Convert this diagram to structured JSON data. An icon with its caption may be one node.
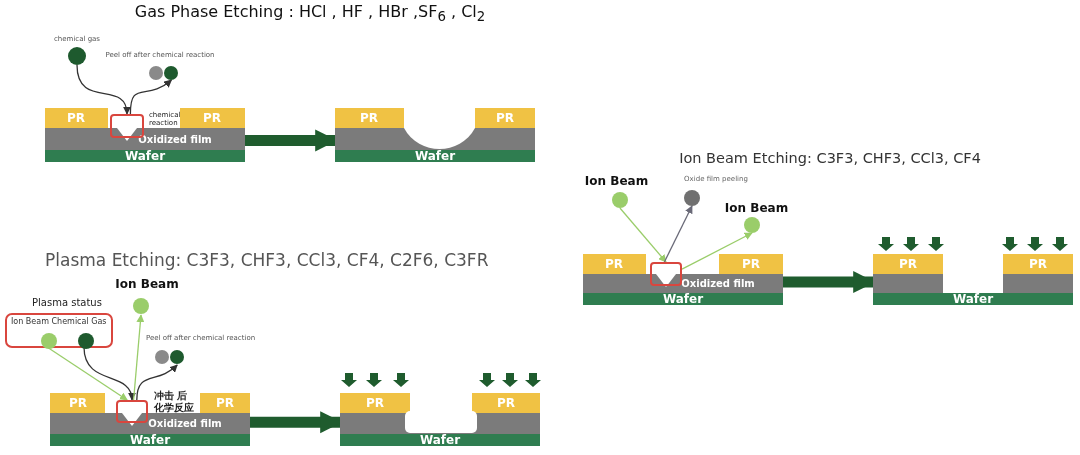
{
  "diagram": {
    "nodes": [
      {
        "text": [
          "chemical gas"
        ]
      },
      {
        "text": [
          "Peel off after chemical reaction"
        ]
      },
      {
        "text": [
          "PR",
          "PR",
          "Oxidized film",
          "Wafer"
        ]
      },
      {
        "text": [],
        "shape": "box",
        "in": 2,
        "beside": [
          "chemical reaction"
        ]
      },
      {
        "text": [
          "PR",
          "PR",
          "Wafer"
        ]
      },
      {
        "text": [
          "Ion Beam"
        ]
      },
      {
        "text": [
          "Oxide film peeling"
        ]
      },
      {
        "text": [
          "Ion Beam"
        ]
      },
      {
        "text": [
          "PR",
          "PR",
          "Oxidized film",
          "Wafer"
        ]
      },
      {
        "text": [],
        "shape": "box",
        "in": 8
      },
      {
        "text": [
          "PR",
          "PR",
          "Wafer"
        ]
      },
      {
        "text": [
          "Plasma status",
          "Ion Beam Chemical Gas"
        ]
      },
      {
        "text": [],
        "shape": "circle",
        "in": 11
      },
      {
        "text": [],
        "shape": "circle",
        "in": 11
      },
      {
        "text": [
          "Ion Beam"
        ]
      },
      {
        "text": [
          "Peel off after chemical reaction"
        ]
      },
      {
        "text": [
          "PR",
          "PR",
          "Oxidized film",
          "Wafer"
        ]
      },
      {
        "text": [],
        "shape": "box",
        "in": 16,
        "beside": [
          "冲击 后化学反应"
        ]
      },
      {
        "text": [
          "PR",
          "PR",
          "Wafer"
        ]
      }
    ],
    "edges": [
      {
        "from": 0,
        "to": 3,
        "arrow": "to"
      },
      {
        "from": 3,
        "to": 1,
        "arrow": "to"
      },
      {
        "from": 2,
        "to": 4,
        "arrow": "to",
        "style": "thick",
        "color": "#1f5c2e"
      },
      {
        "from": 5,
        "to": 9,
        "arrow": "to",
        "color": "#9acd6a"
      },
      {
        "from": 9,
        "to": 6,
        "arrow": "to",
        "color": "#6a6a78"
      },
      {
        "from": 9,
        "to": 7,
        "arrow": "to",
        "color": "#9acd6a"
      },
      {
        "from": 8,
        "to": 10,
        "arrow": "to",
        "style": "thick",
        "color": "#1f5c2e"
      },
      {
        "from": 12,
        "to": 17,
        "arrow": "to",
        "color": "#9acd6a"
      },
      {
        "from": 13,
        "to": 17,
        "arrow": "to"
      },
      {
        "from": 17,
        "to": 14,
        "arrow": "to",
        "color": "#9acd6a"
      },
      {
        "from": 17,
        "to": 15,
        "arrow": "to"
      },
      {
        "from": 16,
        "to": 18,
        "arrow": "to",
        "style": "thick",
        "color": "#1f5c2e"
      }
    ],
    "labels": [
      "Gas Phase Etching : HCl , HF , HBr ,SF$_{6}$ , Cl$_{2}$",
      "Ion Beam Etching: C3F3, CHF3, CCl3, CF4",
      "Plasma Etching: C3F3, CHF3, CCl3, CF4, C2F6, C3FR"
    ]
  }
}
